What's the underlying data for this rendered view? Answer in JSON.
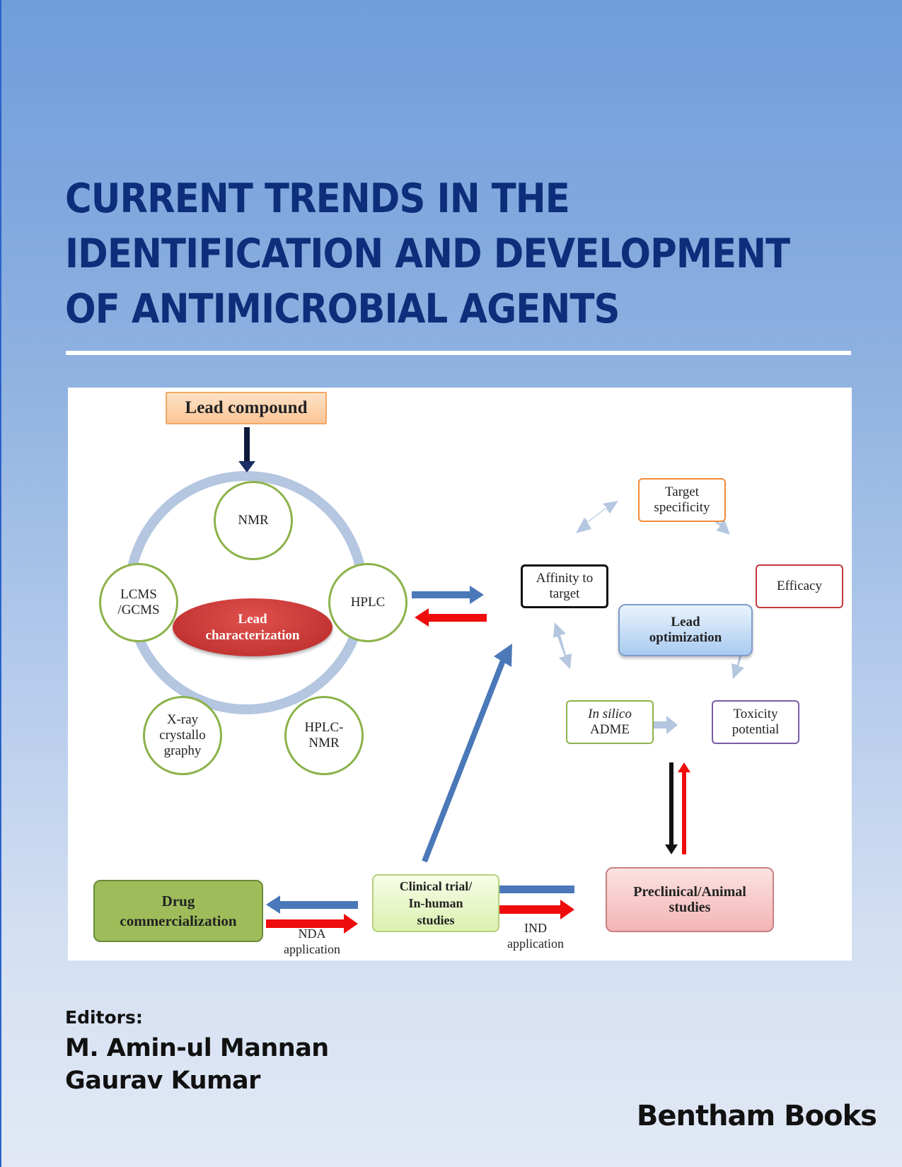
{
  "cover": {
    "title_lines": [
      "CURRENT TRENDS IN THE",
      "IDENTIFICATION AND DEVELOPMENT",
      "OF ANTIMICROBIAL AGENTS"
    ],
    "editors_label": "Editors:",
    "editors": [
      "M. Amin-ul Mannan",
      "Gaurav Kumar"
    ],
    "publisher": "Bentham Books",
    "colors": {
      "title": "#0d2e7a",
      "background_top": "#6f9edb",
      "background_bottom": "#e2e9f5"
    }
  },
  "diagram": {
    "lead_compound": "Lead compound",
    "characterization": {
      "center": [
        "Lead",
        "characterization"
      ],
      "methods": [
        {
          "id": "nmr",
          "lines": [
            "NMR"
          ]
        },
        {
          "id": "hplc",
          "lines": [
            "HPLC"
          ]
        },
        {
          "id": "hplc-nmr",
          "lines": [
            "HPLC-",
            "NMR"
          ]
        },
        {
          "id": "xray",
          "lines": [
            "X-ray",
            "crystallo",
            "graphy"
          ]
        },
        {
          "id": "lcms",
          "lines": [
            "LCMS",
            "/GCMS"
          ]
        }
      ]
    },
    "optimization": {
      "center": [
        "Lead",
        "optimization"
      ],
      "factors": [
        {
          "id": "target-specificity",
          "lines": [
            "Target",
            "specificity"
          ],
          "border": "#ef8a3a"
        },
        {
          "id": "efficacy",
          "lines": [
            "Efficacy"
          ],
          "border": "#c0393b"
        },
        {
          "id": "toxicity",
          "lines": [
            "Toxicity",
            "potential"
          ],
          "border": "#7a5ca8"
        },
        {
          "id": "in-silico",
          "lines": [
            "In silico",
            "ADME"
          ],
          "border": "#8cb24a"
        },
        {
          "id": "affinity",
          "lines": [
            "Affinity to",
            "target"
          ],
          "border": "#111111"
        }
      ]
    },
    "stages": {
      "preclinical": [
        "Preclinical/Animal",
        "studies"
      ],
      "clinical": [
        "Clinical trial/",
        "In-human",
        "studies"
      ],
      "commercialization": [
        "Drug",
        "commercialization"
      ]
    },
    "arrow_labels": {
      "ind": [
        "IND",
        "application"
      ],
      "nda": [
        "NDA",
        "application"
      ]
    }
  }
}
